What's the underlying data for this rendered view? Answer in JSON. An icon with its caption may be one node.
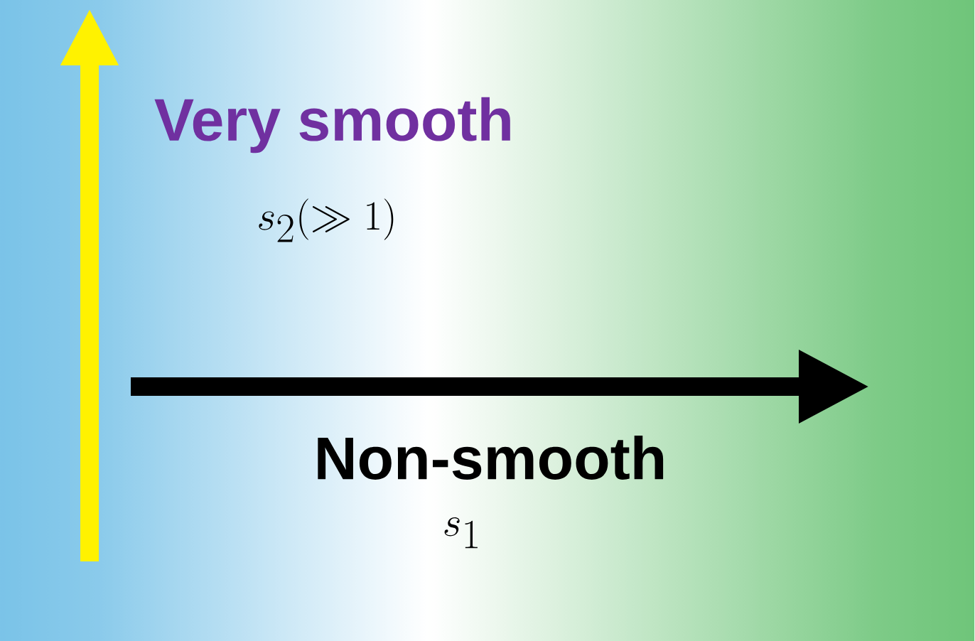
{
  "diagram": {
    "labels": [
      "Very smooth",
      "s_2(\\gg 1)",
      "Non-smooth",
      "s_1"
    ]
  }
}
